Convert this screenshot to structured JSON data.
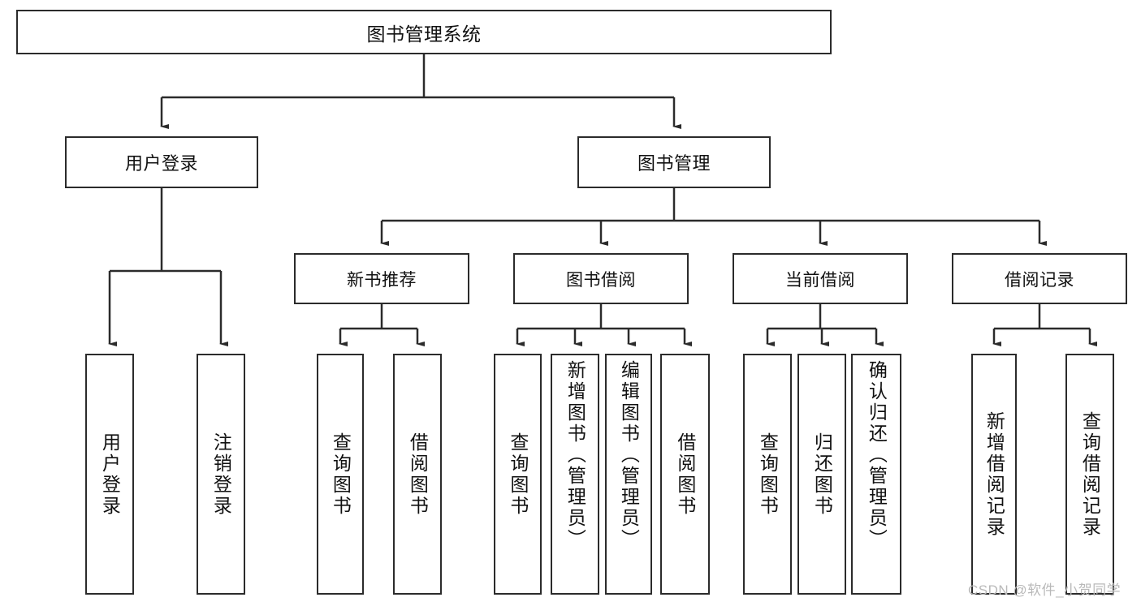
{
  "diagram": {
    "title": "图书管理系统",
    "type": "tree",
    "root": {
      "label": "图书管理系统"
    },
    "level1": [
      {
        "label": "用户登录"
      },
      {
        "label": "图书管理"
      }
    ],
    "level2": [
      {
        "label": "新书推荐"
      },
      {
        "label": "图书借阅"
      },
      {
        "label": "当前借阅"
      },
      {
        "label": "借阅记录"
      }
    ],
    "leaves": {
      "user_login": [
        {
          "label": "用户登录"
        },
        {
          "label": "注销登录"
        }
      ],
      "new_book": [
        {
          "label": "查询图书"
        },
        {
          "label": "借阅图书"
        }
      ],
      "borrow_book": [
        {
          "label": "查询图书"
        },
        {
          "label": "新增图书（管理员）"
        },
        {
          "label": "编辑图书（管理员）"
        },
        {
          "label": "借阅图书"
        }
      ],
      "current_borrow": [
        {
          "label": "查询图书"
        },
        {
          "label": "归还图书"
        },
        {
          "label": "确认归还（管理员）"
        }
      ],
      "borrow_record": [
        {
          "label": "新增借阅记录"
        },
        {
          "label": "查询借阅记录"
        }
      ]
    }
  },
  "watermark": {
    "text": "CSDN @软件_小贺同学"
  },
  "colors": {
    "border": "#2b2b2b",
    "line": "#2b2b2b",
    "text": "#111111",
    "background": "#ffffff",
    "watermark": "#b9b9b9"
  }
}
